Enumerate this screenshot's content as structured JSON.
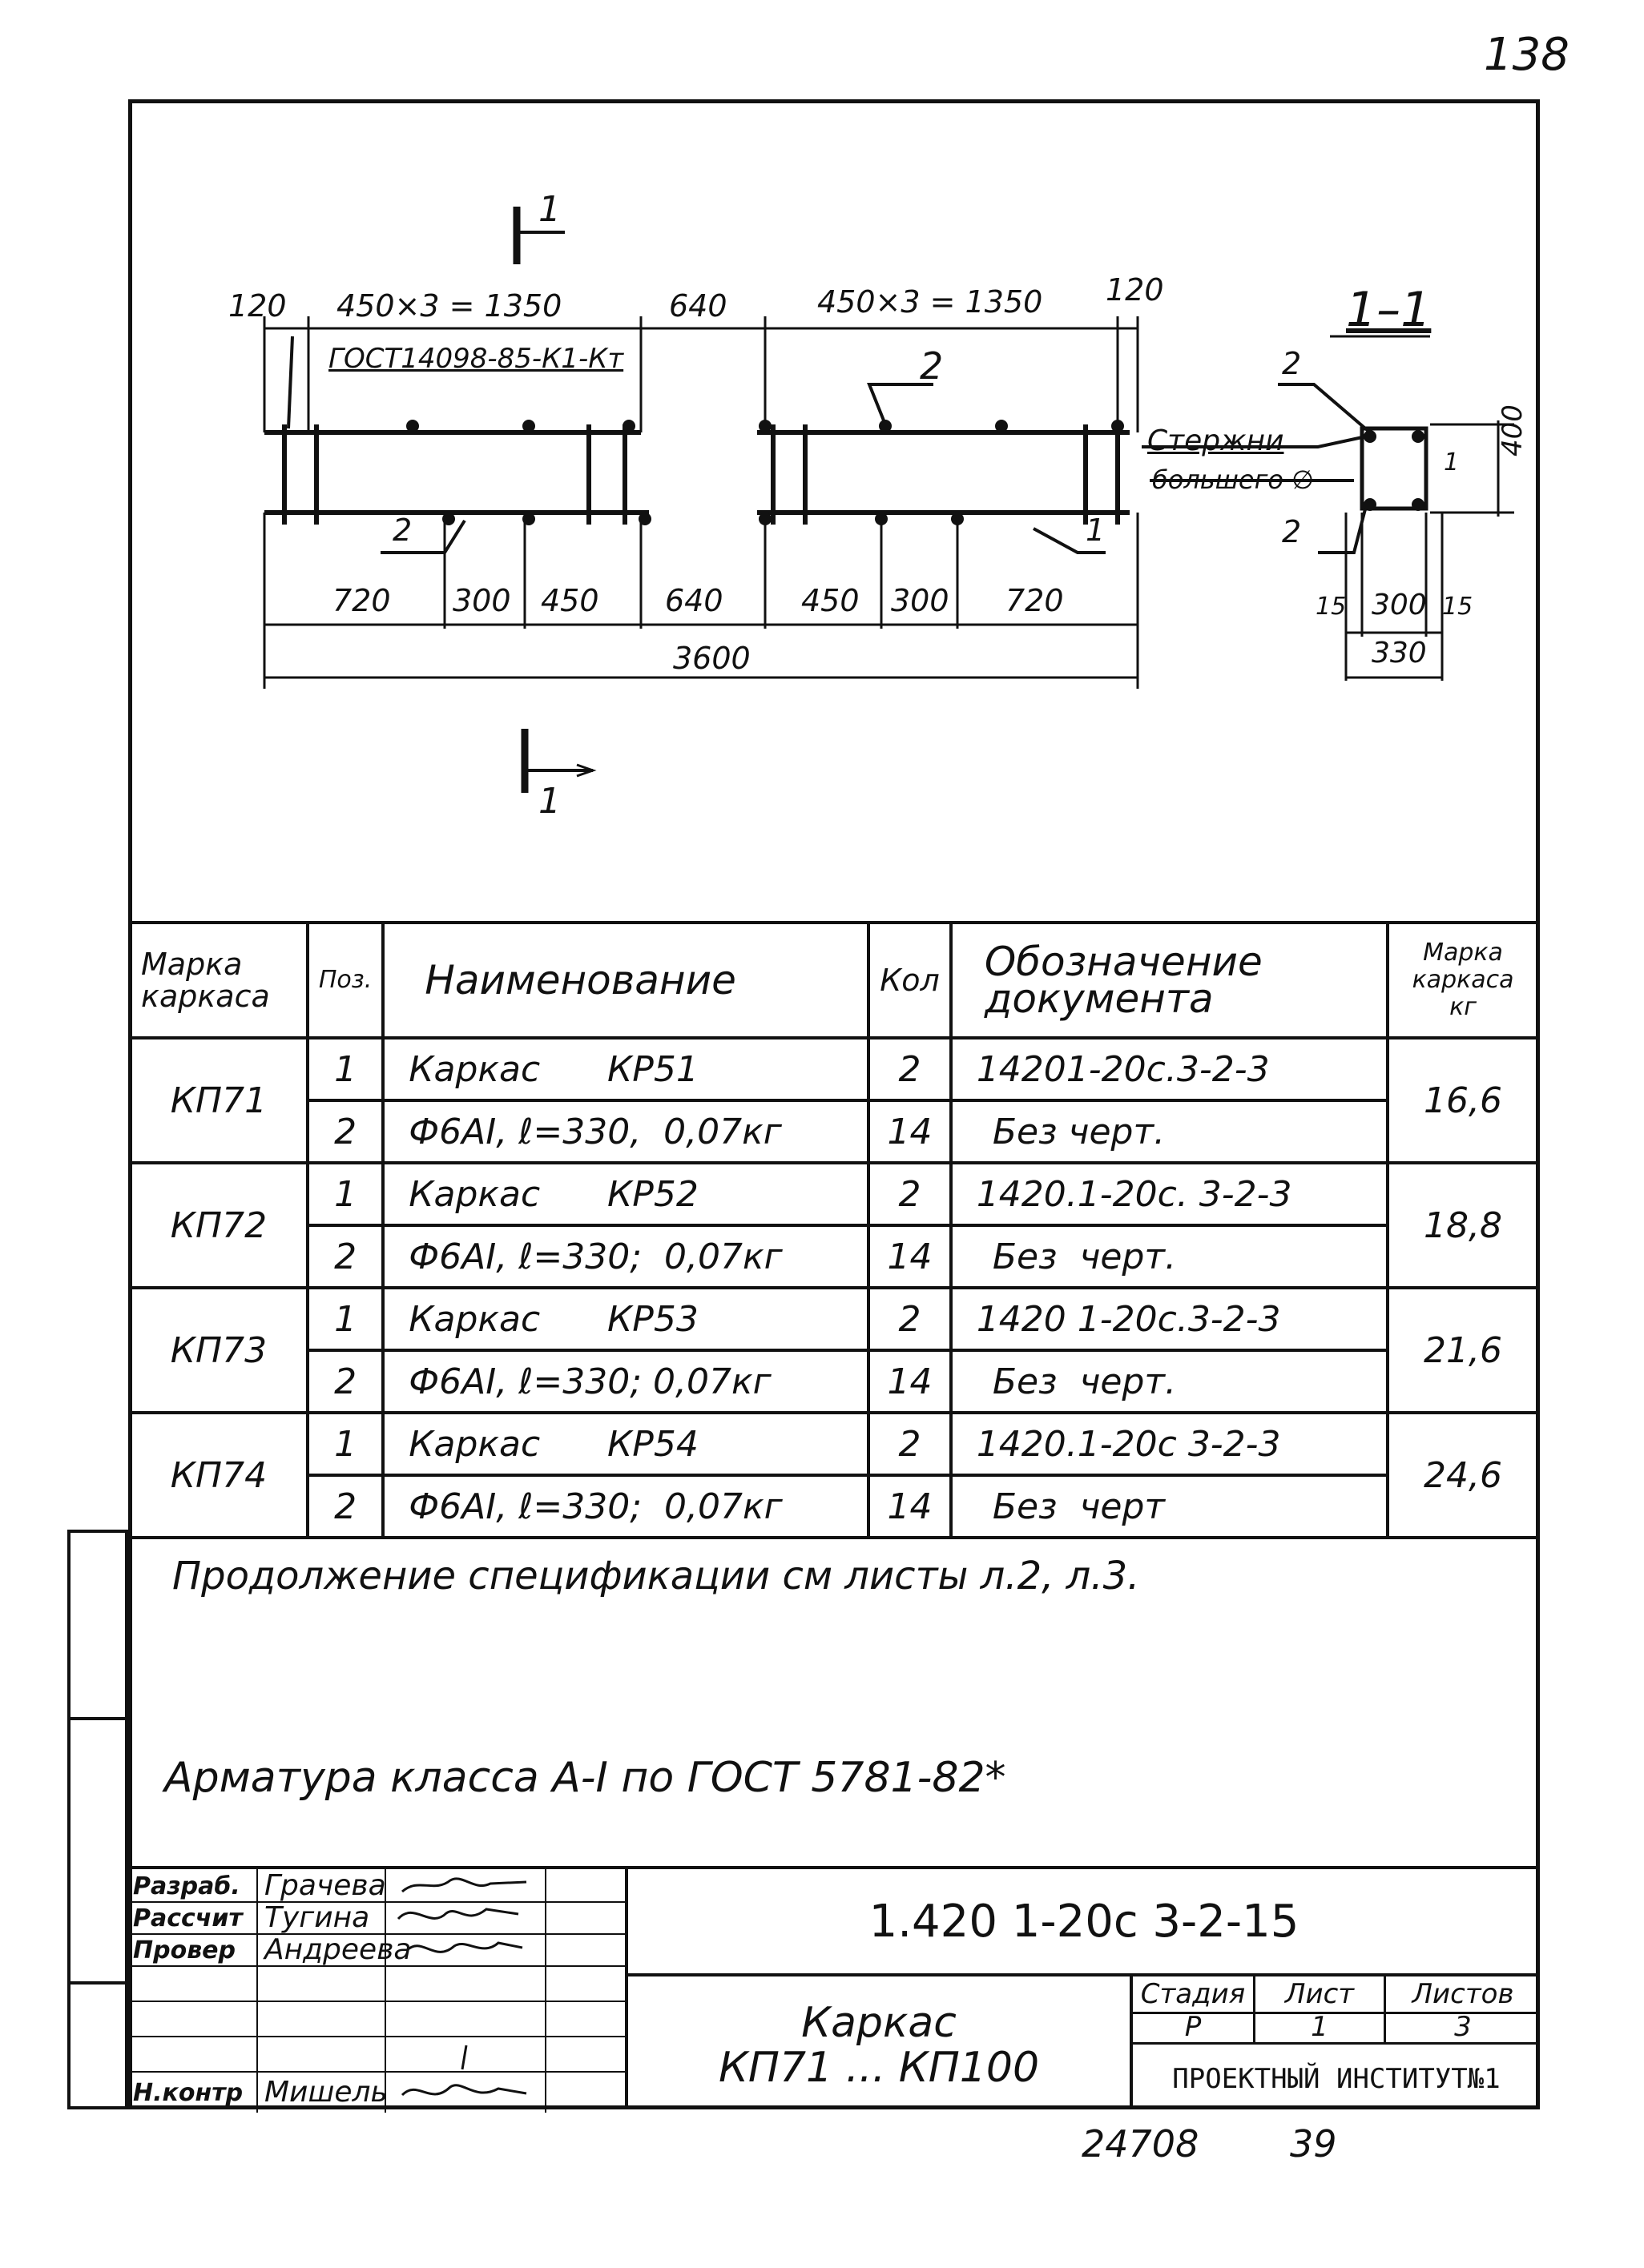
{
  "sheet_corner": "138",
  "drawing": {
    "section_mark_top": "1",
    "section_mark_bottom": "1",
    "section_title": "1–1",
    "gost_label": "ГОСТ14098-85-К1-Кт",
    "top_dims": [
      "120",
      "450×3 = 1350",
      "640",
      "450×3 = 1350",
      "120"
    ],
    "bottom_dims": [
      "720",
      "300",
      "450",
      "640",
      "450",
      "300",
      "720"
    ],
    "total_length": "3600",
    "pos_labels": [
      "2",
      "2",
      "1"
    ],
    "section_pos_top": "2",
    "section_pos_bottom": "2",
    "section_label_rods": "Стержни",
    "section_label_dia": "большего ∅",
    "section_pos_1": "1",
    "section_height": "400",
    "section_dims": [
      "15",
      "300",
      "15"
    ],
    "section_width": "330"
  },
  "spec": {
    "headers": {
      "mark": "Марка каркаса",
      "pos": "Поз.",
      "name": "Наименование",
      "qty": "Кол",
      "doc": "Обозначение документа",
      "mass": "Марка каркаса кг"
    },
    "rows": [
      {
        "mark": "КП71",
        "mass": "16,6",
        "items": [
          {
            "pos": "1",
            "name": "Каркас      КР51",
            "qty": "2",
            "doc": "14201-20с.3-2-3"
          },
          {
            "pos": "2",
            "name": "Ф6АI, ℓ=330,  0,07кг",
            "qty": "14",
            "doc": "Без черт."
          }
        ]
      },
      {
        "mark": "КП72",
        "mass": "18,8",
        "items": [
          {
            "pos": "1",
            "name": "Каркас      КР52",
            "qty": "2",
            "doc": "1420.1-20с. 3-2-3"
          },
          {
            "pos": "2",
            "name": "Ф6АI, ℓ=330;  0,07кг",
            "qty": "14",
            "doc": "Без  черт."
          }
        ]
      },
      {
        "mark": "КП73",
        "mass": "21,6",
        "items": [
          {
            "pos": "1",
            "name": "Каркас      КР53",
            "qty": "2",
            "doc": "1420 1-20с.3-2-3"
          },
          {
            "pos": "2",
            "name": "Ф6АI, ℓ=330; 0,07кг",
            "qty": "14",
            "doc": "Без  черт."
          }
        ]
      },
      {
        "mark": "КП74",
        "mass": "24,6",
        "items": [
          {
            "pos": "1",
            "name": "Каркас      КР54",
            "qty": "2",
            "doc": "1420.1-20с 3-2-3"
          },
          {
            "pos": "2",
            "name": "Ф6АI, ℓ=330;  0,07кг",
            "qty": "14",
            "doc": "Без  черт"
          }
        ]
      }
    ]
  },
  "notes": {
    "continuation": "Продолжение  спецификации  см  листы  л.2, л.3.",
    "armature": "Арматура  класса  А-I  по  ГОСТ  5781-82*"
  },
  "title_block": {
    "roles": [
      "Разраб.",
      "Рассчит",
      "Провер",
      "",
      "",
      "",
      "Н.контр"
    ],
    "names": [
      "Грачева",
      "Тугина",
      "Андреева",
      "",
      "",
      "",
      "Мишель"
    ],
    "doc_code": "1.420 1-20с 3-2-15",
    "title_line1": "Каркас",
    "title_line2": "КП71  ...  КП100",
    "stage_h": "Стадия",
    "sheet_h": "Лист",
    "sheets_h": "Листов",
    "stage": "Р",
    "sheet": "1",
    "sheets": "3",
    "org": "ПРОЕКТНЫЙ ИНСТИТУТ№1"
  },
  "footer": {
    "inv": "24708",
    "page": "39"
  }
}
